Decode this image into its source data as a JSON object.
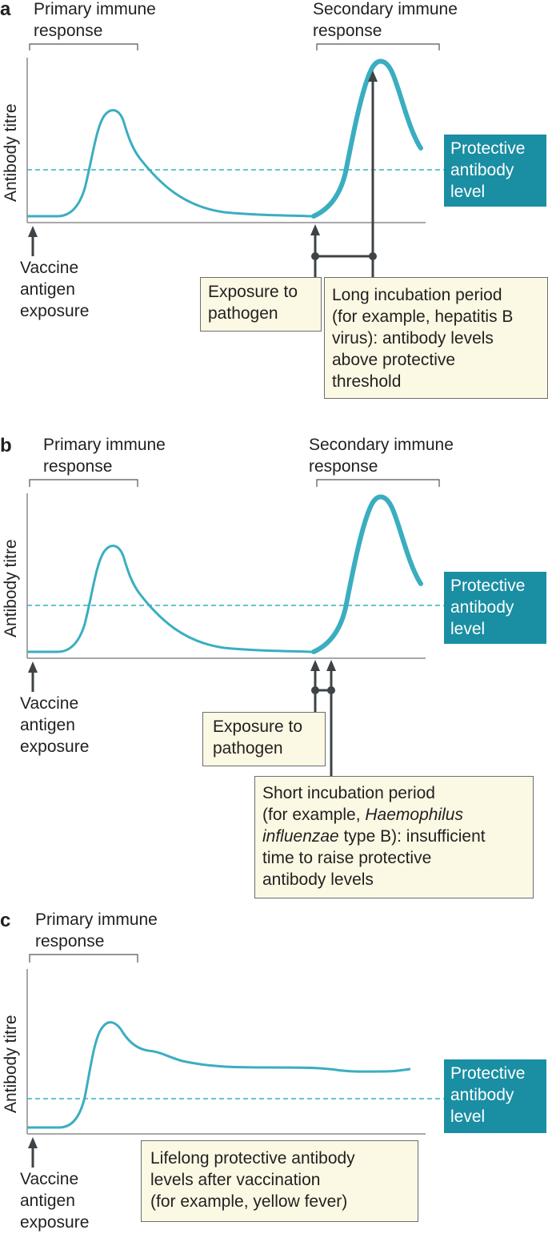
{
  "colors": {
    "curve": "#3aaec0",
    "protective_box": "#1a8ea3",
    "note_bg": "#fbf8e3",
    "arrow": "#3d4346",
    "axis": "#8c8c8c"
  },
  "panels": [
    {
      "letter": "a",
      "primary_label_1": "Primary immune",
      "primary_label_2": "response",
      "secondary_label_1": "Secondary immune",
      "secondary_label_2": "response",
      "ylabel": "Antibody titre",
      "protective_1": "Protective",
      "protective_2": "antibody",
      "protective_3": "level",
      "vaccine_1": "Vaccine",
      "vaccine_2": "antigen",
      "vaccine_3": "exposure",
      "exposure_1": "Exposure to",
      "exposure_2": "pathogen",
      "note_1": "Long incubation period",
      "note_2": "(for example, hepatitis B",
      "note_3": "virus): antibody levels",
      "note_4": "above protective",
      "note_5": "threshold"
    },
    {
      "letter": "b",
      "primary_label_1": "Primary immune",
      "primary_label_2": "response",
      "secondary_label_1": "Secondary immune",
      "secondary_label_2": "response",
      "ylabel": "Antibody titre",
      "protective_1": "Protective",
      "protective_2": "antibody",
      "protective_3": "level",
      "vaccine_1": "Vaccine",
      "vaccine_2": "antigen",
      "vaccine_3": "exposure",
      "exposure_1": "Exposure to",
      "exposure_2": "pathogen",
      "note_1": "Short incubation period",
      "note_2a": "(for example, ",
      "note_2b": "Haemophilus",
      "note_3a": "influenzae",
      "note_3b": " type B): insufficient",
      "note_4": "time to raise protective",
      "note_5": "antibody levels"
    },
    {
      "letter": "c",
      "primary_label_1": "Primary immune",
      "primary_label_2": "response",
      "ylabel": "Antibody titre",
      "protective_1": "Protective",
      "protective_2": "antibody",
      "protective_3": "level",
      "vaccine_1": "Vaccine",
      "vaccine_2": "antigen",
      "vaccine_3": "exposure",
      "note_1": "Lifelong protective antibody",
      "note_2": "levels after vaccination",
      "note_3": "(for example, yellow fever)"
    }
  ]
}
